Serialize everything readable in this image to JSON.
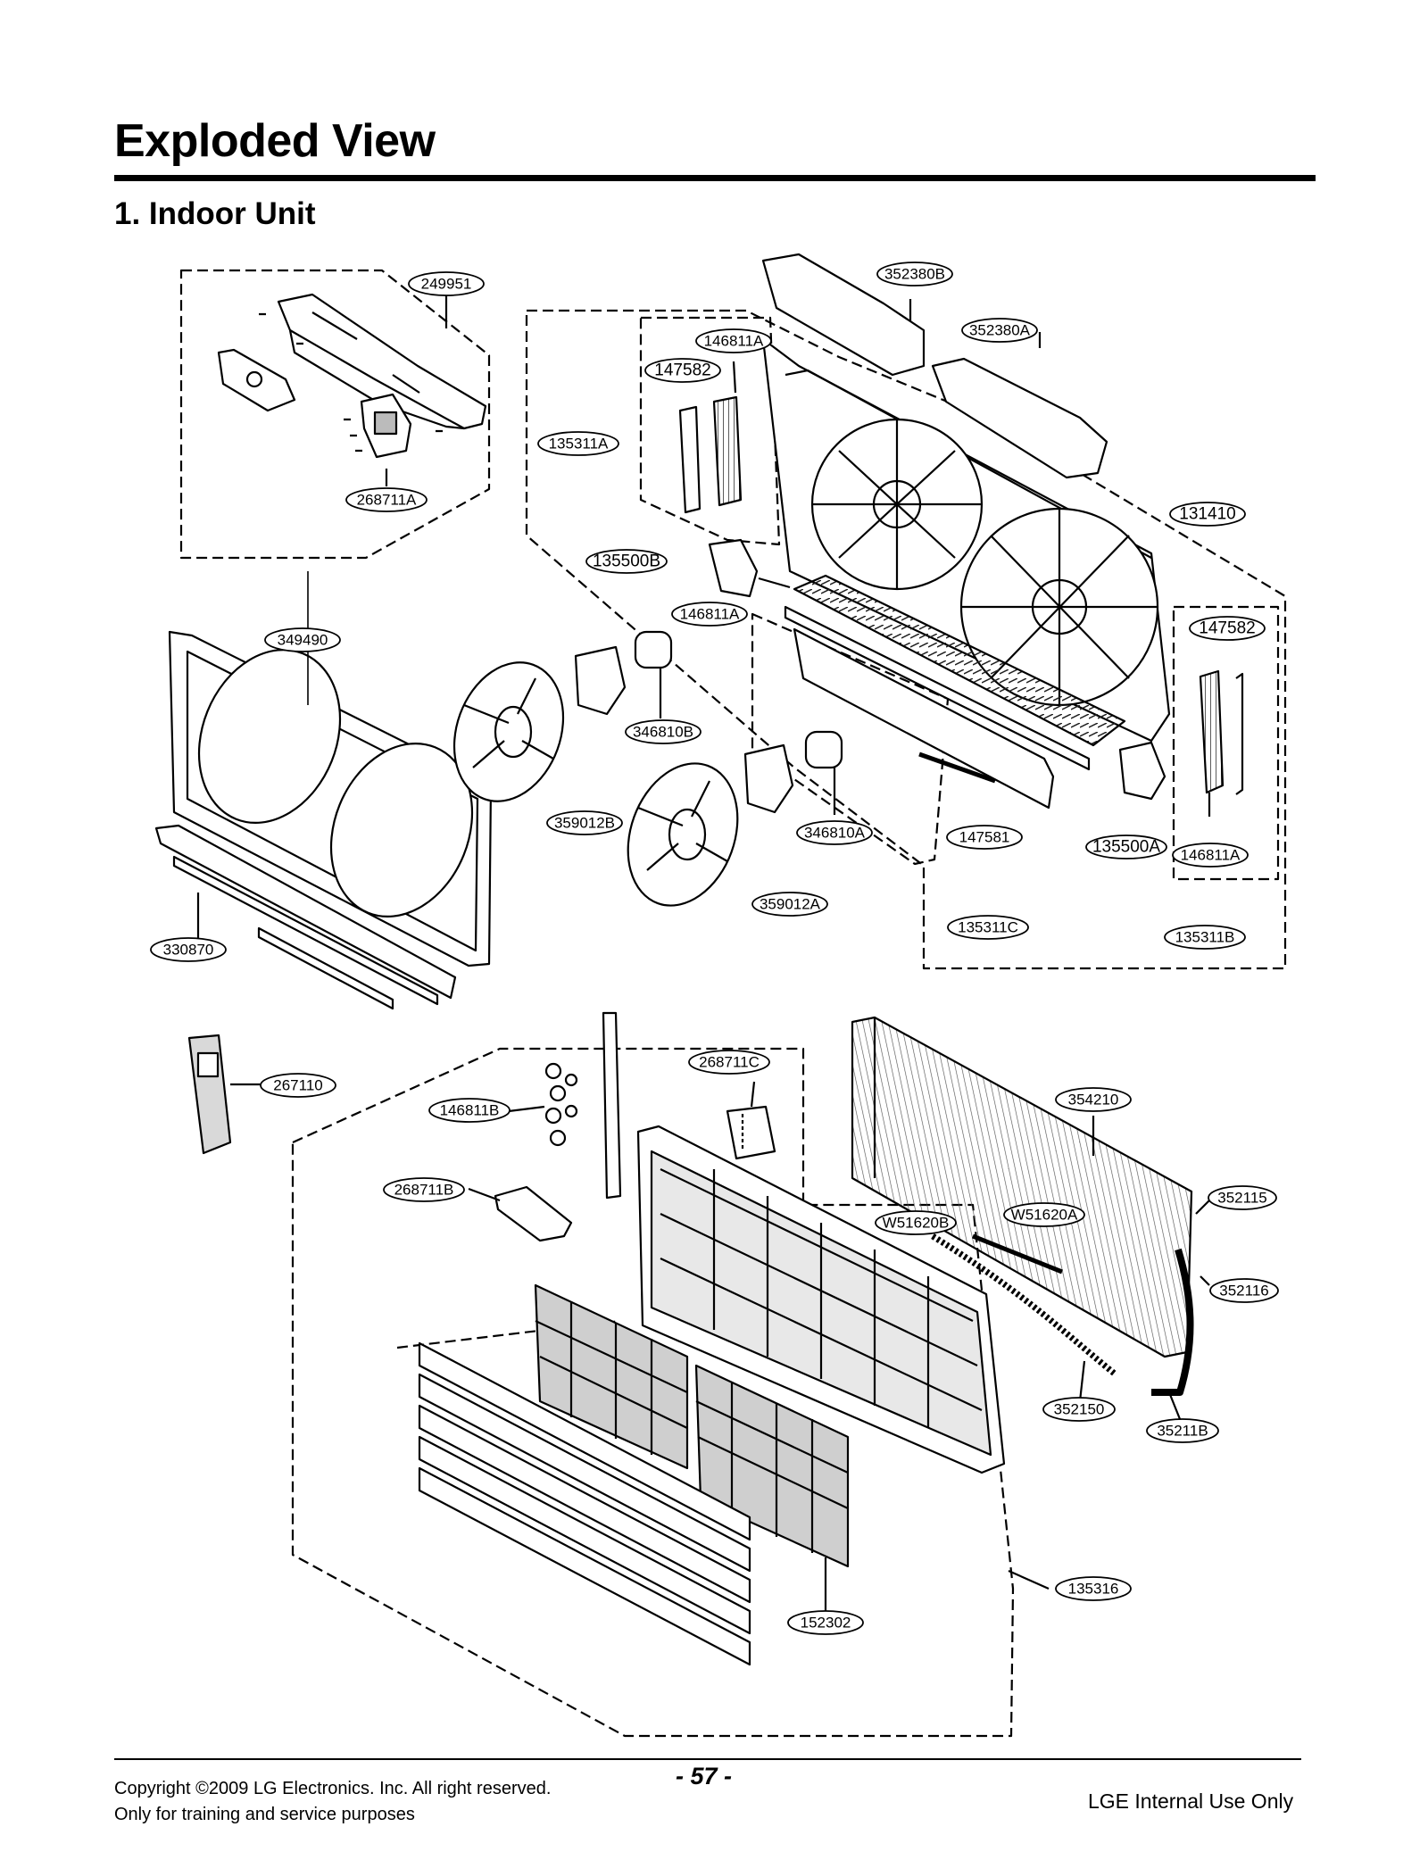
{
  "header": {
    "title": "Exploded View",
    "section": "1. Indoor Unit"
  },
  "callouts": {
    "c249951": "249951",
    "c268711A": "268711A",
    "c352380B": "352380B",
    "c352380A": "352380A",
    "c146811A_top": "146811A",
    "c147582_top": "147582",
    "c135311A": "135311A",
    "c135500B": "135500B",
    "c146811A_mid": "146811A",
    "c131410": "131410",
    "c147582_right": "147582",
    "c349490": "349490",
    "c346810B": "346810B",
    "c359012B": "359012B",
    "c346810A": "346810A",
    "c147581": "147581",
    "c135500A": "135500A",
    "c146811A_right": "146811A",
    "c359012A": "359012A",
    "c135311C": "135311C",
    "c135311B": "135311B",
    "c330870": "330870",
    "c267110": "267110",
    "c268711C": "268711C",
    "c146811B": "146811B",
    "c354210": "354210",
    "c268711B": "268711B",
    "c352115": "352115",
    "c W51620B": "W51620B",
    "cW51620A": "W51620A",
    "c352116": "352116",
    "c352150": "352150",
    "c35211B": "35211B",
    "c135316": "135316",
    "c152302": "152302"
  },
  "footer": {
    "copyright": "Copyright ©2009 LG Electronics. Inc. All right reserved.",
    "purpose": "Only for training and service purposes",
    "page_number": "- 57 -",
    "internal": "LGE Internal Use Only"
  },
  "colors": {
    "ink": "#000000",
    "part_fill": "#ffffff",
    "shade": "#d9d9d9",
    "dark_shade": "#8c8c8c"
  }
}
